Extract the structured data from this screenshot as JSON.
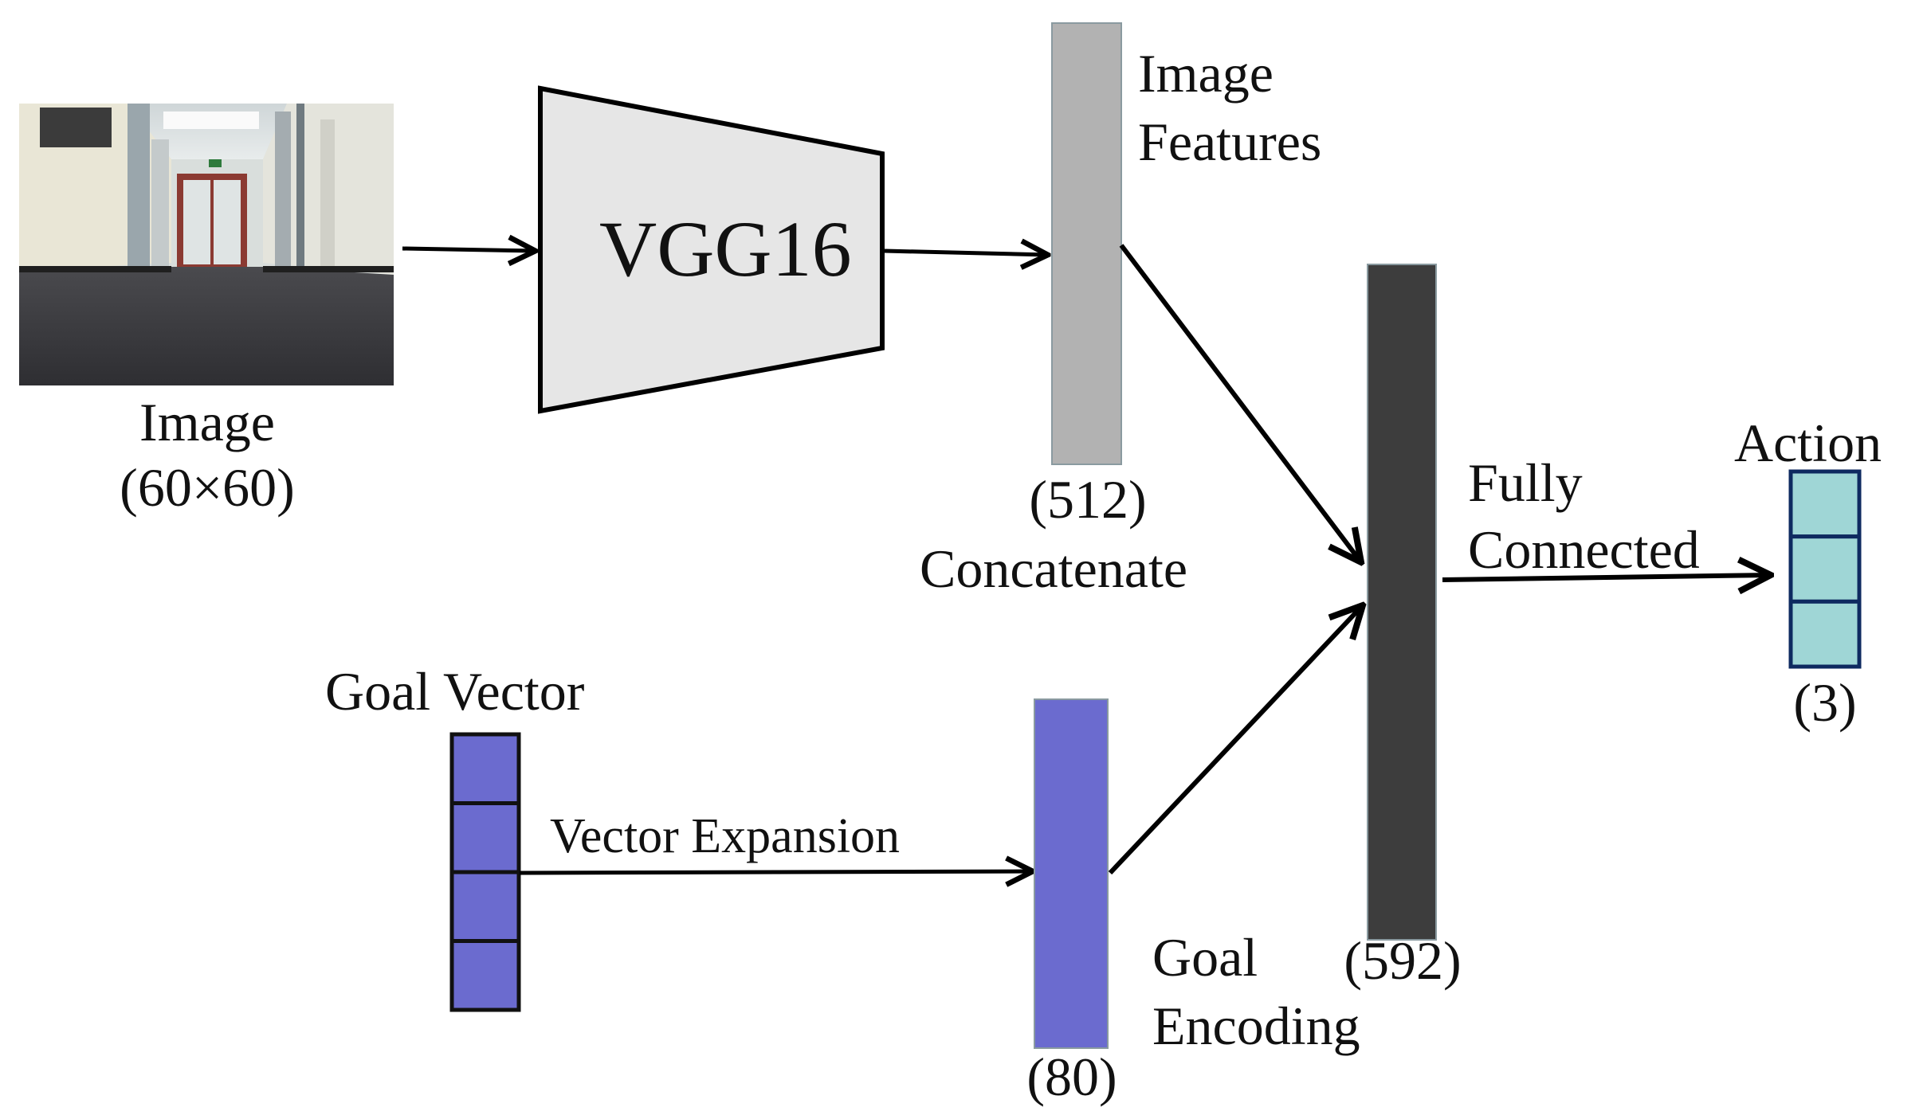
{
  "input_image": {
    "label": "Image",
    "size": "(60×60)"
  },
  "backbone": {
    "label": "VGG16"
  },
  "image_features": {
    "label_line1": "Image",
    "label_line2": "Features",
    "dim": "(512)"
  },
  "concat": {
    "label": "Concatenate",
    "dim": "(592)"
  },
  "goal_vector": {
    "label": "Goal Vector",
    "cells": 4
  },
  "vector_expansion": {
    "label": "Vector Expansion"
  },
  "goal_encoding": {
    "label_line1": "Goal",
    "label_line2": "Encoding",
    "dim": "(80)"
  },
  "fully_connected": {
    "label_line1": "Fully",
    "label_line2": "Connected"
  },
  "action": {
    "label": "Action",
    "dim": "(3)",
    "cells": 3
  },
  "colors": {
    "backbone_fill": "#e6e6e6",
    "image_features_fill": "#b2b2b2",
    "concat_fill": "#3d3d3d",
    "goal_fill": "#6b6bcf",
    "action_fill": "#9fd6d6",
    "action_border": "#0e2a60",
    "line": "#000000"
  }
}
